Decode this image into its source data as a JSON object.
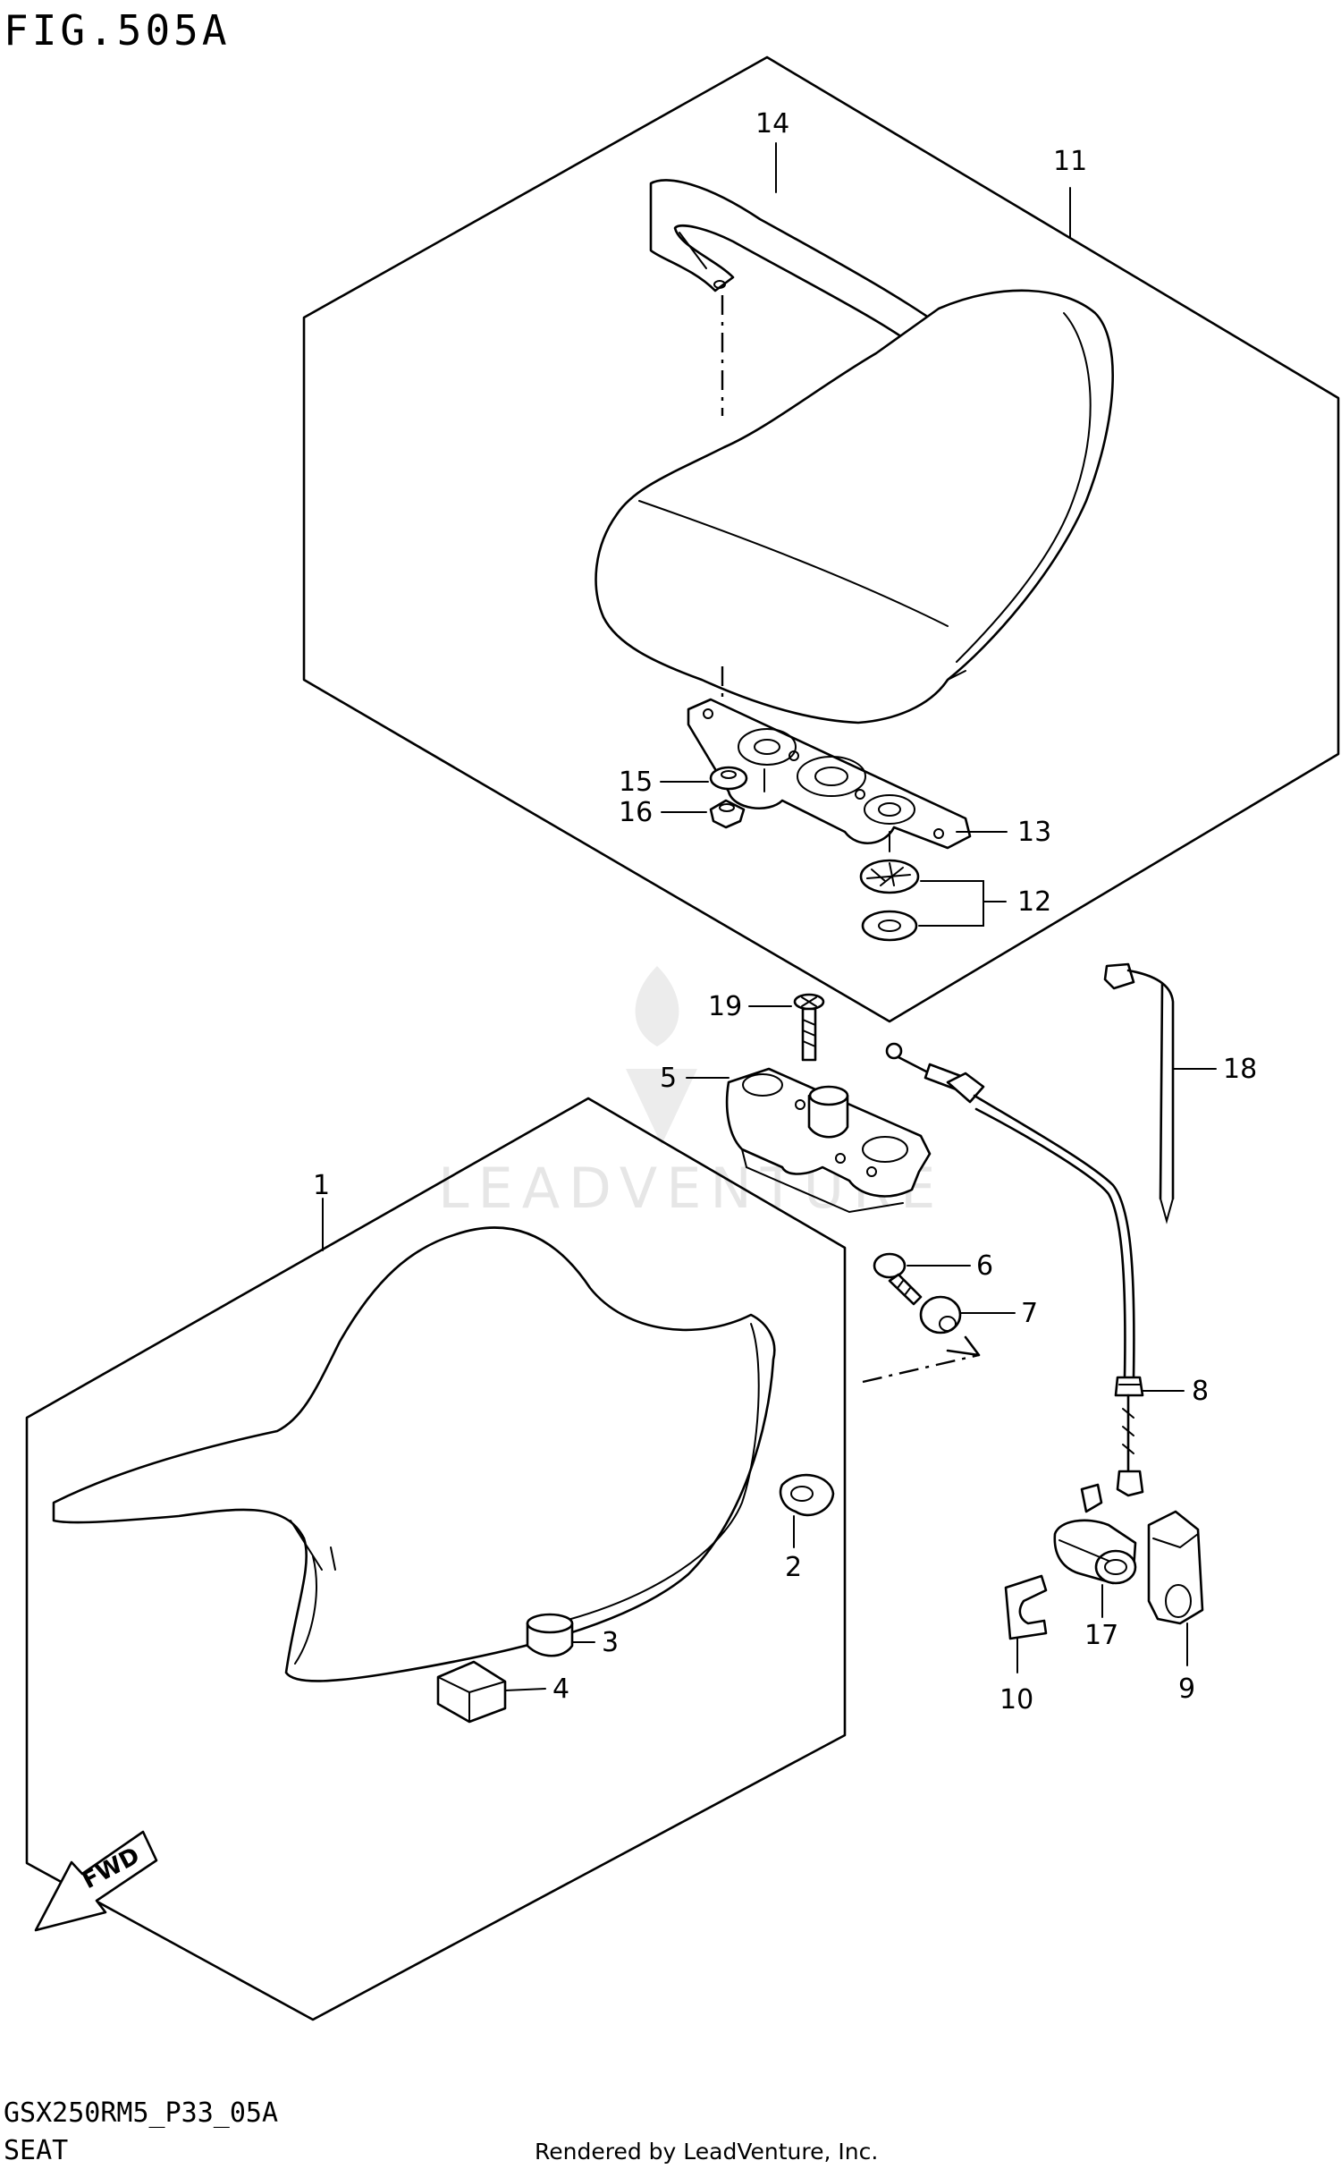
{
  "figure": {
    "title": "FIG.505A",
    "model_code": "GSX250RM5_P33_05A",
    "section": "SEAT"
  },
  "watermark": "LEADVENTURE",
  "footer": {
    "credit": "Rendered by LeadVenture, Inc."
  },
  "fwd_label": "FWD",
  "callouts": [
    {
      "id": "1",
      "label": "1"
    },
    {
      "id": "2",
      "label": "2"
    },
    {
      "id": "3",
      "label": "3"
    },
    {
      "id": "4",
      "label": "4"
    },
    {
      "id": "5",
      "label": "5"
    },
    {
      "id": "6",
      "label": "6"
    },
    {
      "id": "7",
      "label": "7"
    },
    {
      "id": "8",
      "label": "8"
    },
    {
      "id": "9",
      "label": "9"
    },
    {
      "id": "10",
      "label": "10"
    },
    {
      "id": "11",
      "label": "11"
    },
    {
      "id": "12",
      "label": "12"
    },
    {
      "id": "13",
      "label": "13"
    },
    {
      "id": "14",
      "label": "14"
    },
    {
      "id": "15",
      "label": "15"
    },
    {
      "id": "16",
      "label": "16"
    },
    {
      "id": "17",
      "label": "17"
    },
    {
      "id": "18",
      "label": "18"
    },
    {
      "id": "19",
      "label": "19"
    }
  ]
}
